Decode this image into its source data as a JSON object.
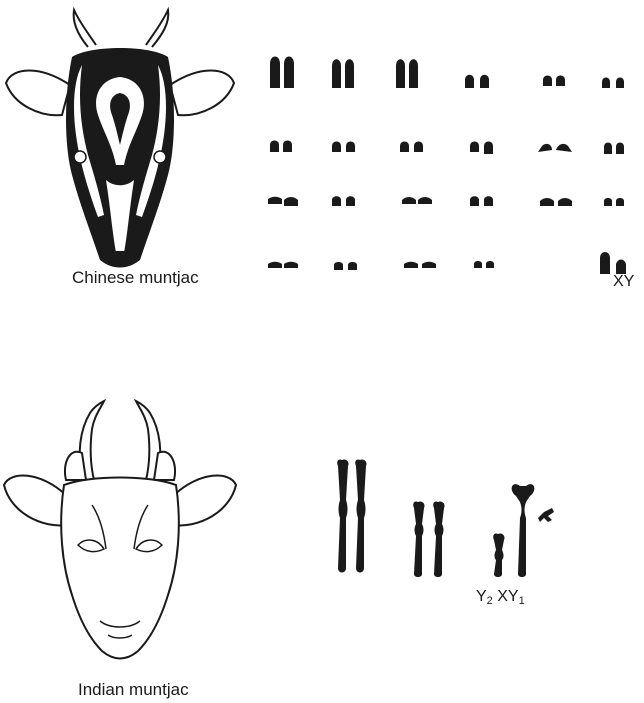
{
  "chinese": {
    "caption": "Chinese muntjac",
    "sex_label": "XY"
  },
  "indian": {
    "caption": "Indian muntjac",
    "sex_label": {
      "y2": "Y",
      "y2_sub": "2",
      "xy1": "XY",
      "xy1_sub": "1"
    }
  },
  "colors": {
    "ink": "#1a1a1a",
    "background": "#ffffff"
  }
}
